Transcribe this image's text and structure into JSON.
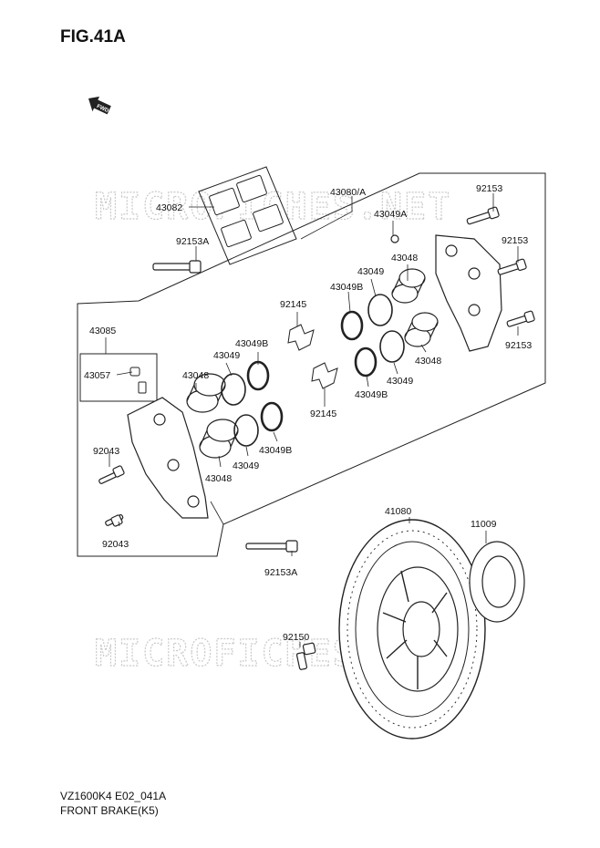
{
  "figure": {
    "title": "FIG.41A",
    "footer_line1": "VZ1600K4 E02_041A",
    "footer_line2": "FRONT BRAKE(K5)",
    "watermark": "MICROFICHES.NET",
    "fwd_label": "FWD"
  },
  "labels": {
    "l43080a": "43080/A",
    "l43082": "43082",
    "l92153a_top": "92153A",
    "l92153_1": "92153",
    "l92153_2": "92153",
    "l92153_3": "92153",
    "l43049a": "43049A",
    "l43048_r1": "43048",
    "l43049_r1": "43049",
    "l43049b_r1": "43049B",
    "l92145_1": "92145",
    "l43048_r2": "43048",
    "l43049_r2": "43049",
    "l43049b_r2": "43049B",
    "l92145_2": "92145",
    "l43085": "43085",
    "l43057": "43057",
    "l43048_l1": "43048",
    "l43049_l1": "43049",
    "l43049b_l1": "43049B",
    "l43049_l2": "43049",
    "l43049b_l2": "43049B",
    "l43048_l2": "43048",
    "l92043_1": "92043",
    "l92043_2": "92043",
    "l92153a_bot": "92153A",
    "l41080": "41080",
    "l11009": "11009",
    "l92150": "92150"
  }
}
